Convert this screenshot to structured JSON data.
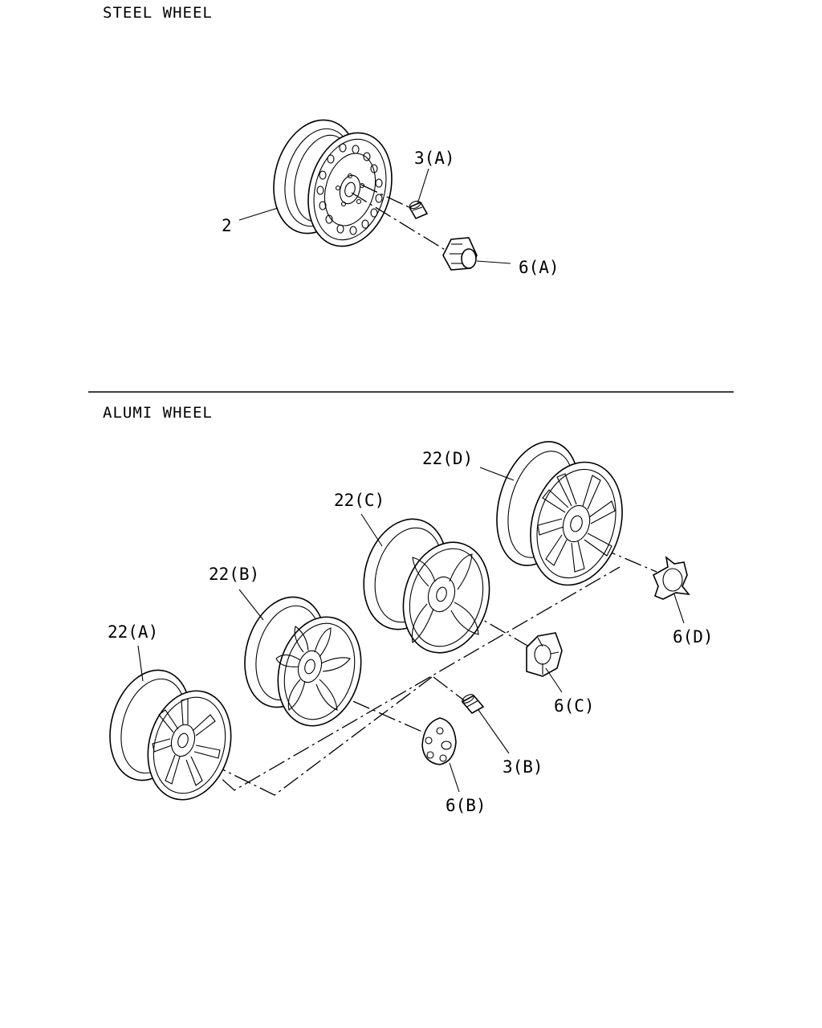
{
  "sections": {
    "steel_title": "STEEL WHEEL",
    "alumi_title": "ALUMI WHEEL"
  },
  "callouts": {
    "steel_wheel": "2",
    "steel_nut": "3(A)",
    "steel_cap": "6(A)",
    "alumi_a": "22(A)",
    "alumi_b": "22(B)",
    "alumi_c": "22(C)",
    "alumi_d": "22(D)",
    "cap_b": "6(B)",
    "cap_c": "6(C)",
    "cap_d": "6(D)",
    "alumi_nut": "3(B)"
  }
}
